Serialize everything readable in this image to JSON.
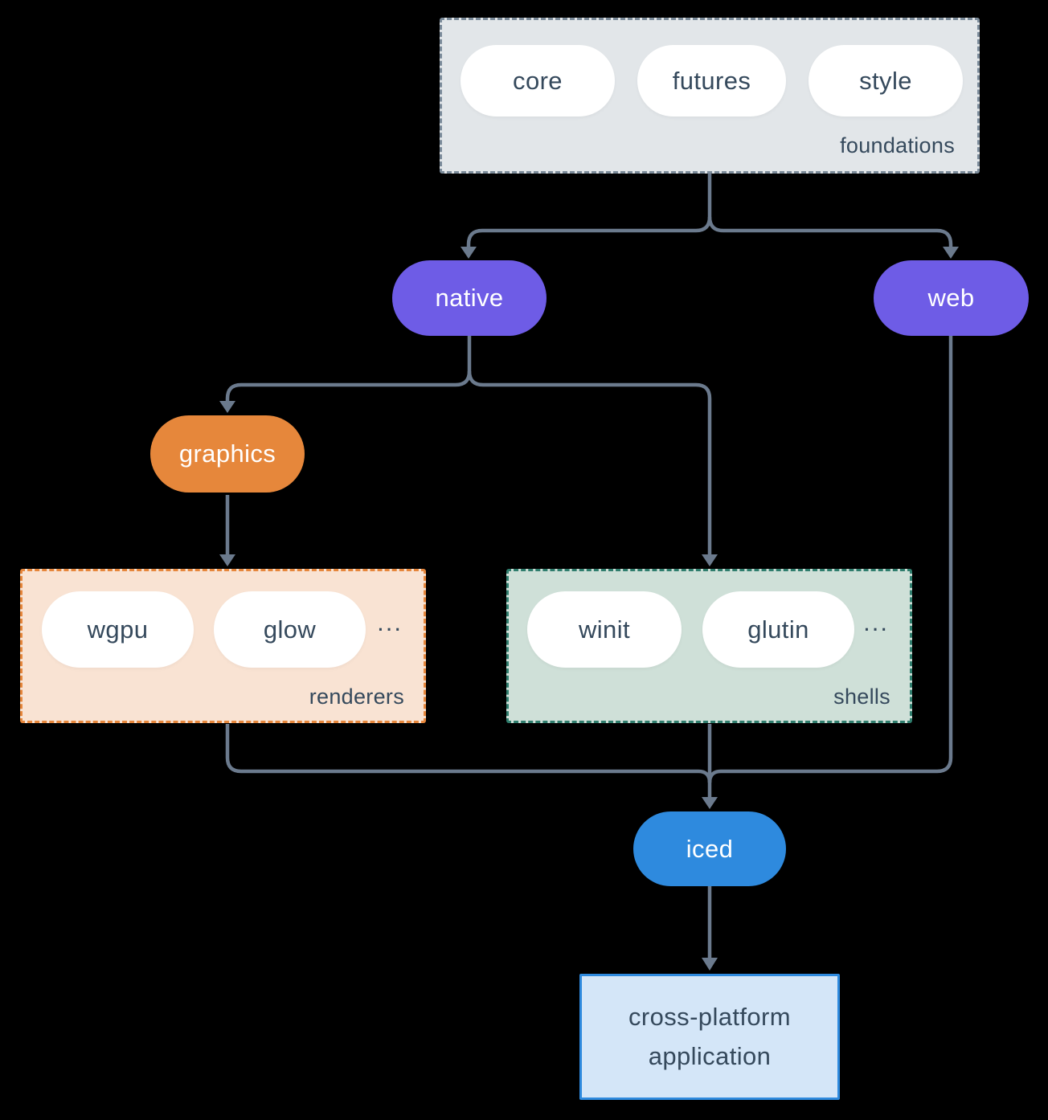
{
  "diagram": {
    "colors": {
      "background": "#000000",
      "connector": "#6b7a8d",
      "text_dark": "#35495c",
      "text_light": "#ffffff"
    },
    "groups": {
      "foundations": {
        "label": "foundations",
        "fill": "#e2e6e9",
        "border": "#7b8b9a",
        "items": [
          "core",
          "futures",
          "style"
        ]
      },
      "renderers": {
        "label": "renderers",
        "fill": "#f9e3d3",
        "border": "#e6863b",
        "items": [
          "wgpu",
          "glow"
        ],
        "ellipsis": "..."
      },
      "shells": {
        "label": "shells",
        "fill": "#cfe0d8",
        "border": "#2f7d6d",
        "items": [
          "winit",
          "glutin"
        ],
        "ellipsis": "..."
      }
    },
    "nodes": {
      "native": {
        "label": "native",
        "fill": "#6e5ce6"
      },
      "web": {
        "label": "web",
        "fill": "#6e5ce6"
      },
      "graphics": {
        "label": "graphics",
        "fill": "#e6873b"
      },
      "iced": {
        "label": "iced",
        "fill": "#2e8ade"
      },
      "application": {
        "label": "cross-platform application",
        "fill": "#d4e6f8",
        "border": "#2e8ade"
      }
    },
    "edges": [
      {
        "from": "foundations",
        "to": "native"
      },
      {
        "from": "foundations",
        "to": "web"
      },
      {
        "from": "native",
        "to": "graphics"
      },
      {
        "from": "native",
        "to": "shells"
      },
      {
        "from": "graphics",
        "to": "renderers"
      },
      {
        "from": "renderers",
        "to": "iced"
      },
      {
        "from": "shells",
        "to": "iced"
      },
      {
        "from": "web",
        "to": "iced"
      },
      {
        "from": "iced",
        "to": "application"
      }
    ]
  }
}
